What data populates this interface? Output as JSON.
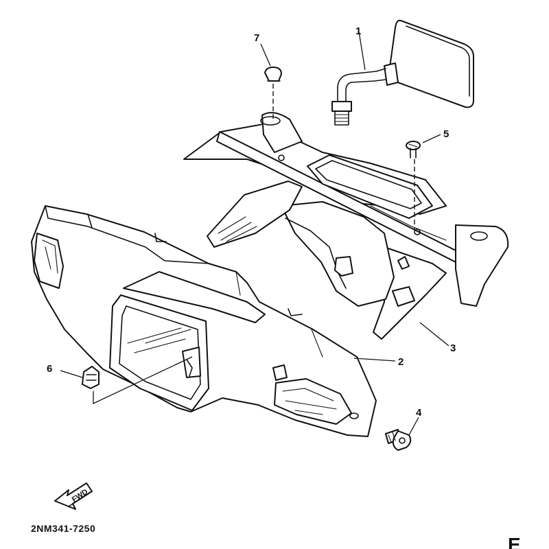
{
  "callouts": [
    "1",
    "2",
    "3",
    "4",
    "5",
    "6",
    "7"
  ],
  "fwd_arrow_label": "FWD",
  "diagram_code": "2NM341-7250",
  "corner_mark": "E",
  "parts": [
    "mirror",
    "front-cover",
    "cover-bracket",
    "bolt",
    "screw",
    "nut",
    "grommet"
  ]
}
